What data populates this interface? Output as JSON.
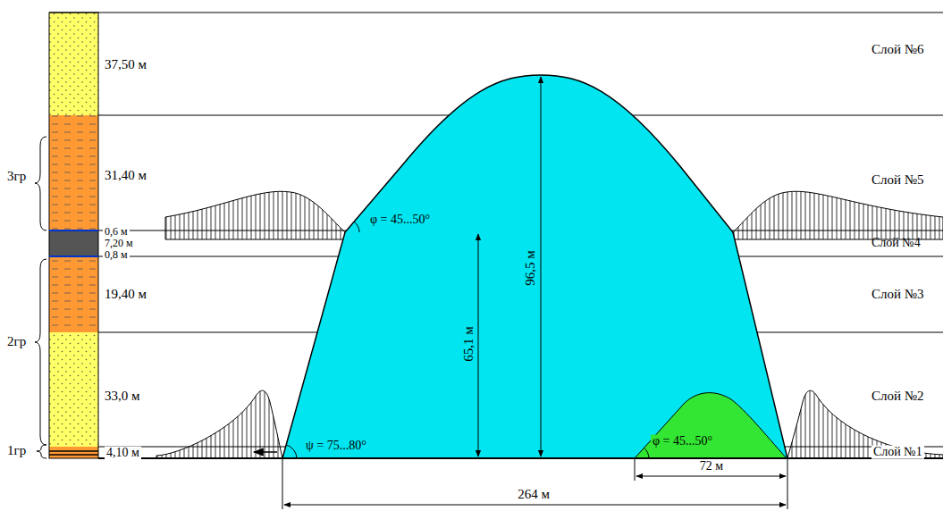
{
  "diagram": {
    "labels": [
      "37,50 м",
      "31,40 м",
      "0,6 м",
      "7,20 м",
      "0,8 м",
      "19,40 м",
      "33,0 м",
      "4,10 м",
      "3гр",
      "2гр",
      "1гр",
      "Слой №6",
      "Слой №5",
      "Слой №4",
      "Слой №3",
      "Слой №2",
      "Слой №1",
      "φ = 45...50°",
      "96,5 м",
      "65,1 м",
      "ψ = 75...80°",
      "φ = 45...50°",
      "72 м",
      "264 м"
    ]
  }
}
